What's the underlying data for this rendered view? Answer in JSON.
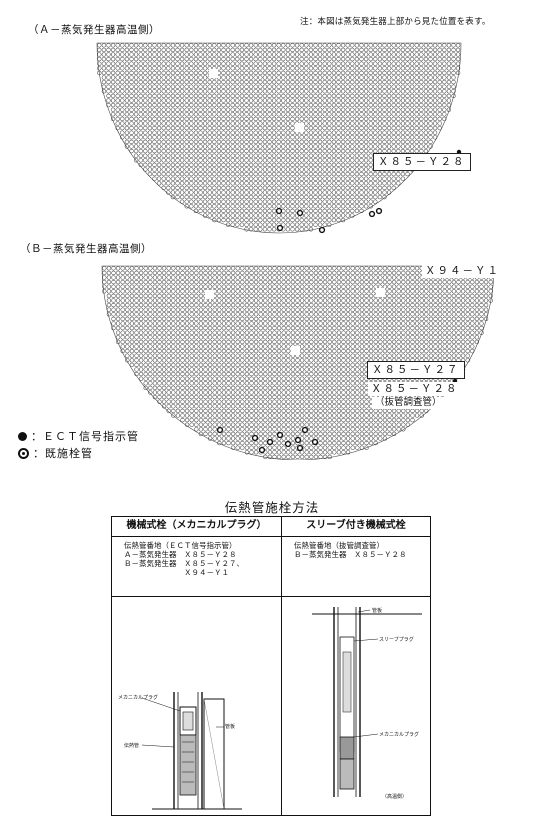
{
  "note": "注：本図は蒸気発生器上部から見た位置を表す。",
  "map_a": {
    "title": "（Ａ－蒸気発生器高温側）",
    "callouts": [
      "Ｘ８５－Ｙ２８"
    ]
  },
  "map_b": {
    "title": "（Ｂ－蒸気発生器高温側）",
    "callouts": [
      "Ｘ９４－Ｙ１",
      "Ｘ８５－Ｙ２７",
      "Ｘ８５－Ｙ２８"
    ],
    "callout_sub": "（抜管調査管）"
  },
  "legend": [
    {
      "symbol": "filled-dot",
      "label": "：ＥＣＴ信号指示管"
    },
    {
      "symbol": "ring-dot",
      "label": "：既施栓管"
    }
  ],
  "method": {
    "title": "伝熱管施栓方法",
    "columns": [
      {
        "header": "機械式栓（メカニカルプラグ）",
        "info": [
          "伝熱管番地（ＥＣＴ信号指示管）",
          "Ａ－蒸気発生器　Ｘ８５－Ｙ２８",
          "Ｂ－蒸気発生器　Ｘ８５－Ｙ２７、",
          "　　　　　　　　Ｘ９４－Ｙ１"
        ],
        "labels": [
          "メカニカルプラグ",
          "伝熱管",
          "管板"
        ]
      },
      {
        "header": "スリーブ付き機械式栓",
        "info": [
          "伝熱管番地（抜管調査管）",
          "Ｂ－蒸気発生器　Ｘ８５－Ｙ２８"
        ],
        "labels": [
          "管板",
          "スリーブプラグ",
          "メカニカルプラグ",
          "（高温側）"
        ]
      }
    ]
  }
}
